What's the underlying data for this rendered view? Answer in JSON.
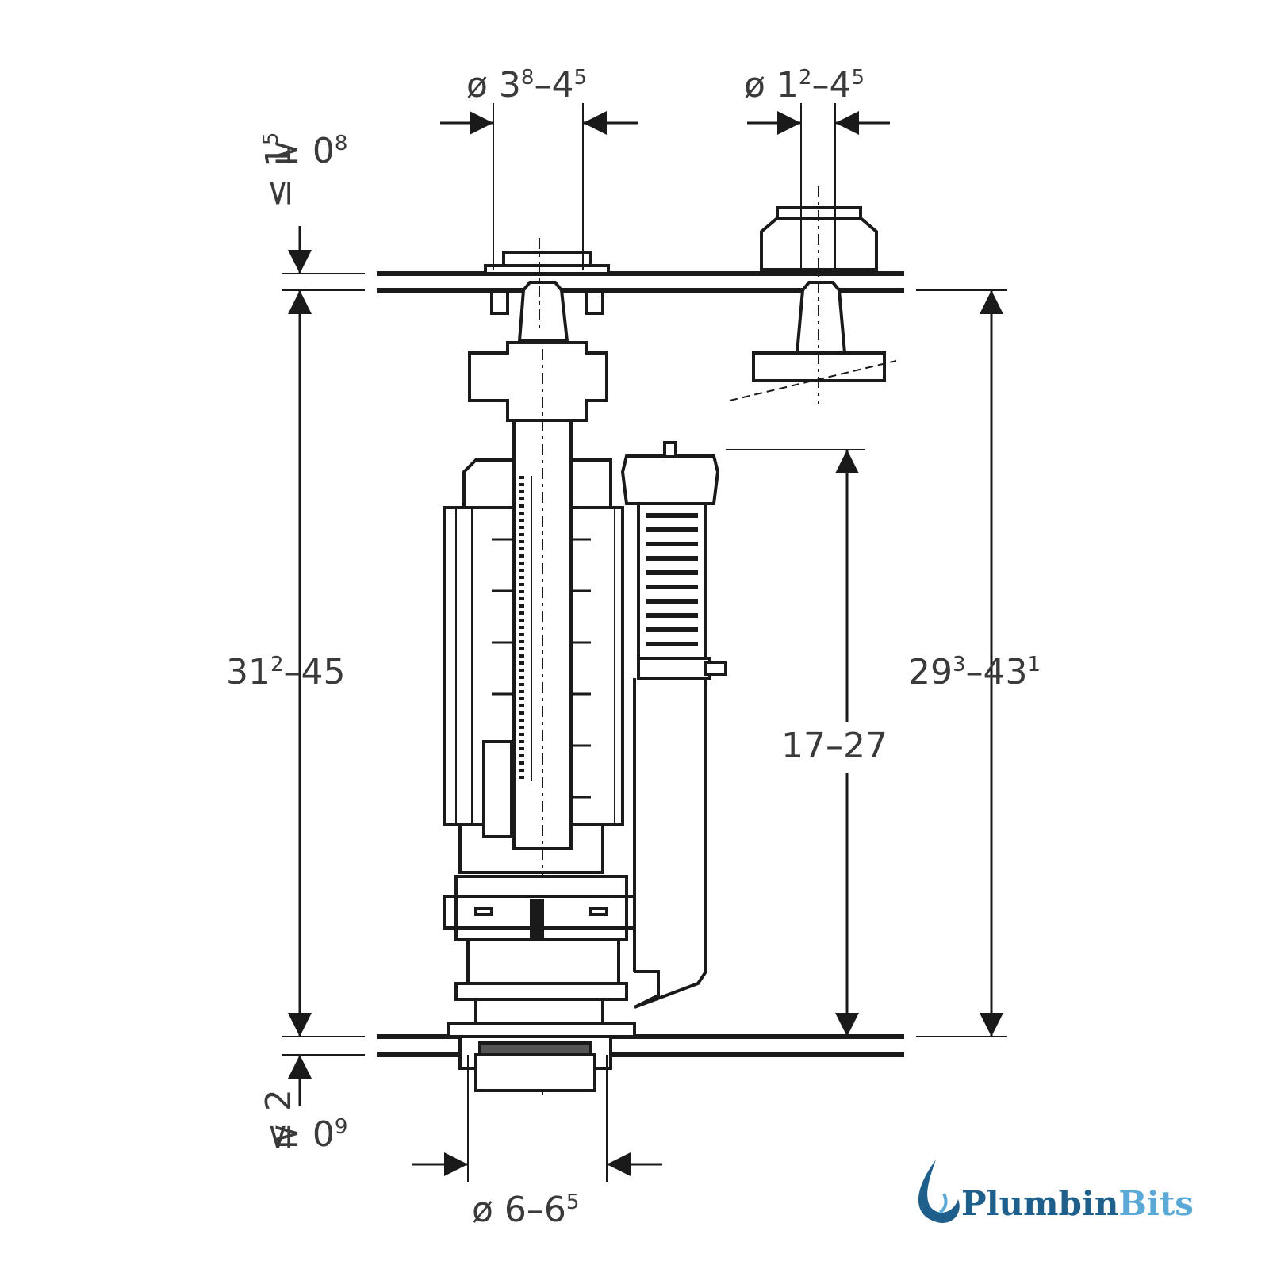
{
  "dimensions": {
    "top_left_diameter": {
      "prefix": "ø ",
      "a": "3",
      "a_sup": "8",
      "sep": "–",
      "b": "4",
      "b_sup": "5"
    },
    "top_right_diameter": {
      "prefix": "ø ",
      "a": "1",
      "a_sup": "2",
      "sep": "–",
      "b": "4",
      "b_sup": "5"
    },
    "top_gap": {
      "line1_sym": "≥ ",
      "line1_val": "0",
      "line1_sup": "8",
      "line2_sym": "≤ ",
      "line2_val": "1",
      "line2_sup": "5"
    },
    "left_height": {
      "a": "31",
      "a_sup": "2",
      "sep": "–",
      "b": "45"
    },
    "right_height": {
      "a": "29",
      "a_sup": "3",
      "sep": "–",
      "b": "43",
      "b_sup": "1"
    },
    "inner_height": {
      "text": "17–27"
    },
    "bottom_gap": {
      "line1_sym": "≥ ",
      "line1_val": "0",
      "line1_sup": "9",
      "line2_sym": "≤ ",
      "line2_val": "2"
    },
    "bottom_diameter": {
      "prefix": "ø ",
      "a": "6",
      "sep": "–",
      "b": "6",
      "b_sup": "5"
    }
  },
  "brand": {
    "text_part1": "Plumbin",
    "text_part2": "Bits",
    "color_part1": "#1f5f8b",
    "color_part2": "#5aa9d6"
  },
  "colors": {
    "line": "#1a1a1a",
    "dim": "#3a3a3a"
  }
}
